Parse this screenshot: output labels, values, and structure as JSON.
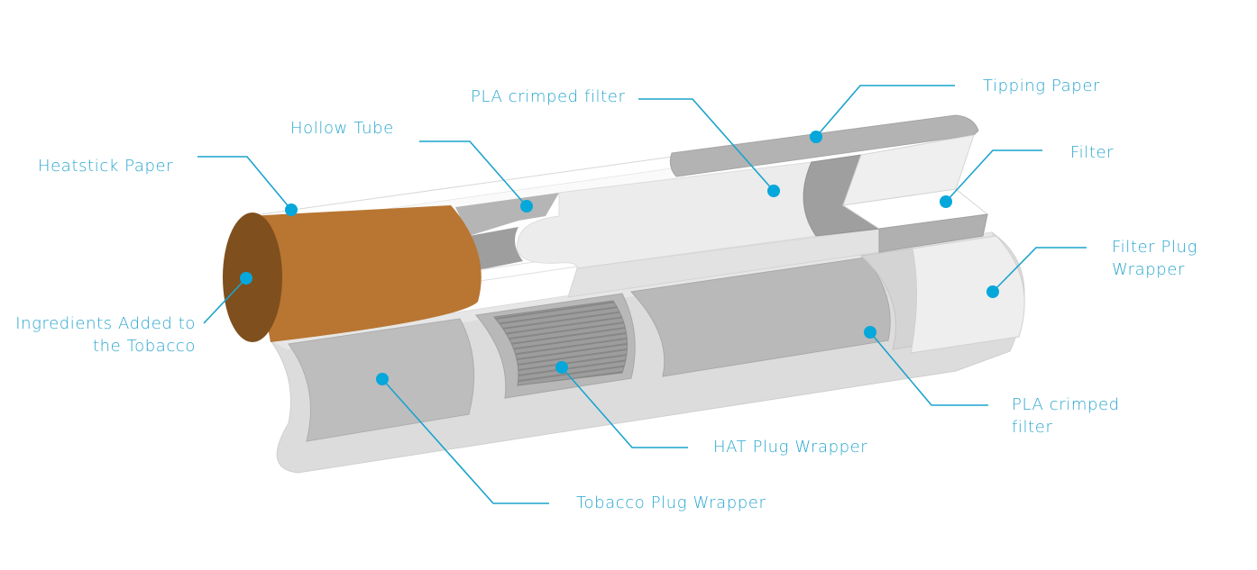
{
  "diagram": {
    "title": "Heatstick cross-section",
    "accent_color": "#06a7db",
    "label_color": "#29a6cf",
    "tobacco_color": "#b87632",
    "tobacco_end_color": "#7f4f1d",
    "labels": {
      "heatstick_paper": "Heatstick Paper",
      "hollow_tube": "Hollow Tube",
      "pla_crimped_filter_top": "PLA crimped filter",
      "tipping_paper": "Tipping Paper",
      "filter": "Filter",
      "filter_plug_wrapper_line1": "Filter Plug",
      "filter_plug_wrapper_line2": "Wrapper",
      "ingredients_line1": "Ingredients Added to",
      "ingredients_line2": "the Tobacco",
      "pla_crimped_filter_bottom_line1": "PLA crimped",
      "pla_crimped_filter_bottom_line2": "filter",
      "hat_plug_wrapper": "HAT Plug Wrapper",
      "tobacco_plug_wrapper": "Tobacco Plug Wrapper"
    }
  }
}
